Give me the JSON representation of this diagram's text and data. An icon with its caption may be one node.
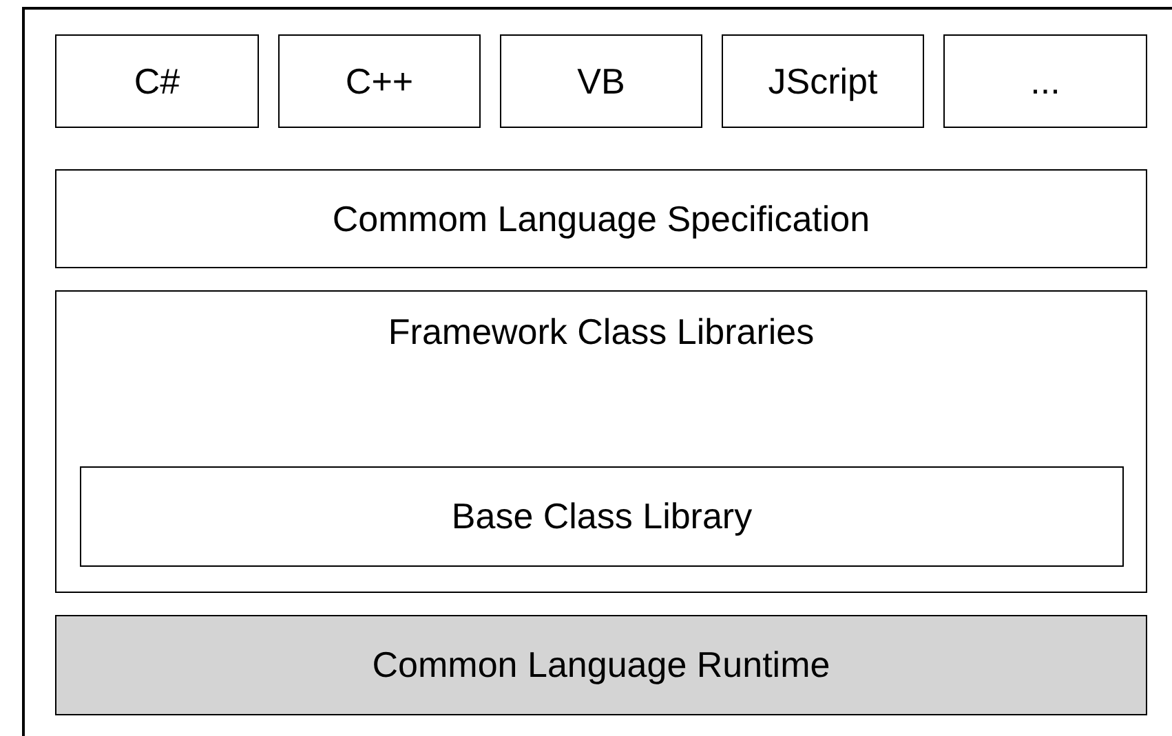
{
  "diagram": {
    "nodes": [
      {
        "text": [
          "C#"
        ]
      },
      {
        "text": [
          "C++"
        ]
      },
      {
        "text": [
          "VB"
        ]
      },
      {
        "text": [
          "JScript"
        ]
      },
      {
        "text": [
          "..."
        ]
      },
      {
        "text": [
          "Commom Language Specification"
        ]
      },
      {
        "text": [
          "Framework Class Libraries"
        ]
      },
      {
        "text": [
          "Base Class Library"
        ],
        "in": 6
      },
      {
        "text": [
          "Common Language Runtime"
        ]
      }
    ]
  }
}
